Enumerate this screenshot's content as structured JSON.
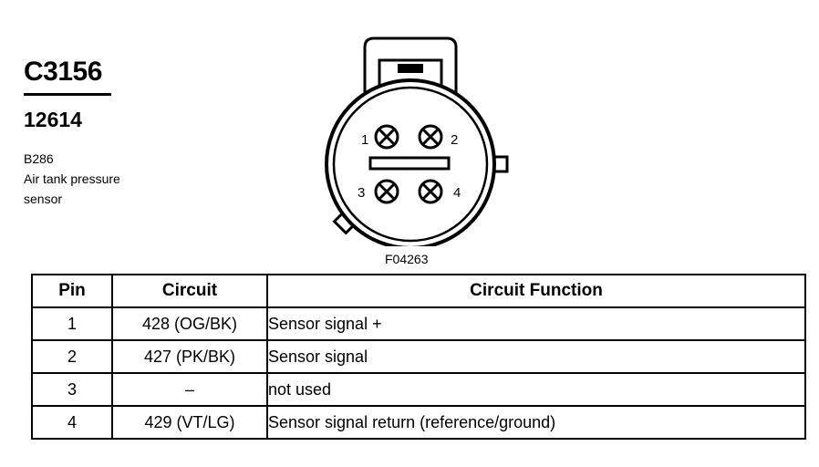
{
  "connector": {
    "id": "C3156",
    "part_number": "12614",
    "component_code": "B286",
    "component_name_line1": "Air tank pressure",
    "component_name_line2": "sensor",
    "figure_code": "F04263",
    "pin_labels": [
      "1",
      "2",
      "3",
      "4"
    ]
  },
  "table": {
    "headers": [
      "Pin",
      "Circuit",
      "Circuit Function"
    ],
    "rows": [
      {
        "pin": "1",
        "circuit": "428 (OG/BK)",
        "function": "Sensor signal +"
      },
      {
        "pin": "2",
        "circuit": "427 (PK/BK)",
        "function": "Sensor signal"
      },
      {
        "pin": "3",
        "circuit": "–",
        "function": "not used"
      },
      {
        "pin": "4",
        "circuit": "429 (VT/LG)",
        "function": "Sensor signal return (reference/ground)"
      }
    ]
  }
}
